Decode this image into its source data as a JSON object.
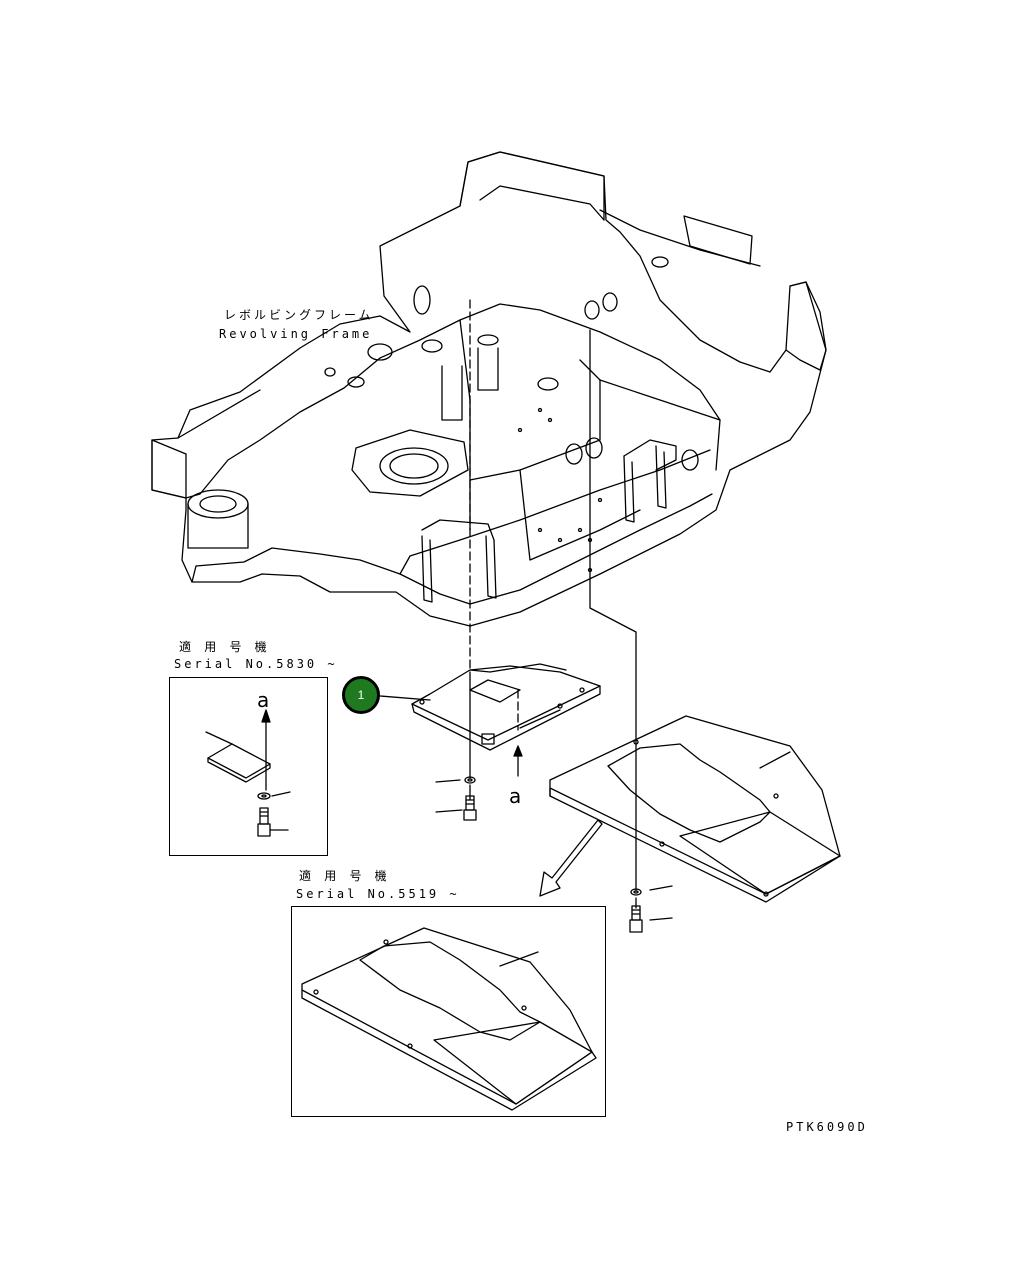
{
  "labels": {
    "frame_jp": "レボルビングフレーム",
    "frame_en": "Revolving Frame",
    "serial_a_jp": "適 用 号 機",
    "serial_a_en": "Serial No.5830 ~",
    "serial_b_jp": "適 用 号 機",
    "serial_b_en": "Serial No.5519 ~",
    "view_a_1": "a",
    "view_a_2": "a",
    "drawing_code": "PTK6090D"
  },
  "callouts": [
    {
      "number": "1",
      "color": "#1f7a1f"
    }
  ]
}
